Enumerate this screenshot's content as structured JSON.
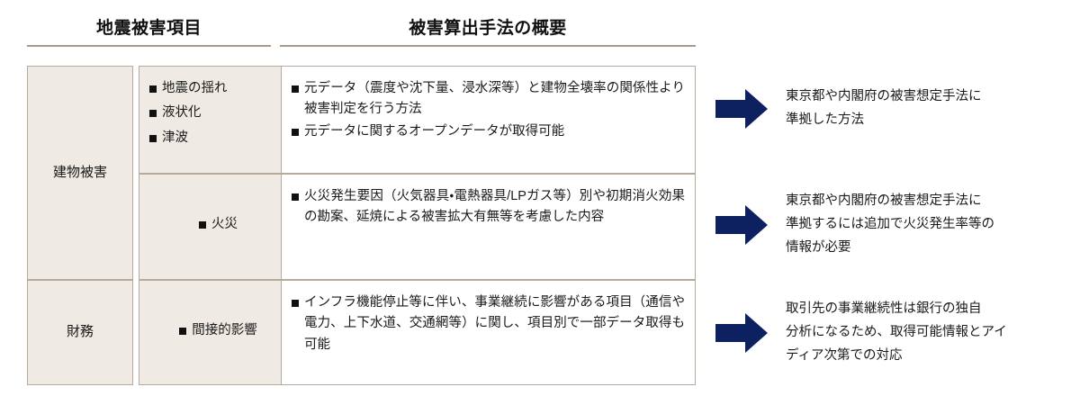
{
  "headers": {
    "left": "地震被害項目",
    "right": "被害算出手法の概要"
  },
  "colors": {
    "arrow": "#0d2060",
    "cell_fill": "#efebe4",
    "cell_border": "#b5aa9c",
    "header_rule": "#a89a8c",
    "text": "#1a1a1a"
  },
  "rows": [
    {
      "category": "建物被害",
      "items": [
        "地震の揺れ",
        "液状化",
        "津波"
      ],
      "description": [
        "元データ（震度や沈下量、浸水深等）と建物全壊率の関係性より被害判定を行う方法",
        "元データに関するオープンデータが取得可能"
      ],
      "callout": [
        "東京都や内閣府の被害想定手法に",
        "準拠した方法"
      ]
    },
    {
      "category": "",
      "items": [
        "火災"
      ],
      "description": [
        "火災発生要因（火気器具・電熱器具/LPガス等）別や初期消火効果の勘案、延焼による被害拡大有無等を考慮した内容"
      ],
      "callout": [
        "東京都や内閣府の被害想定手法に",
        "準拠するには追加で火災発生率等の",
        "情報が必要"
      ]
    },
    {
      "category": "財務",
      "items": [
        "間接的影響"
      ],
      "description": [
        "インフラ機能停止等に伴い、事業継続に影響がある項目（通信や電力、上下水道、交通網等）に関し、項目別で一部データ取得も可能"
      ],
      "callout": [
        "取引先の事業継続性は銀行の独自",
        "分析になるため、取得可能情報とアイ",
        "ディア次第での対応"
      ]
    }
  ],
  "icons": {
    "arrow": "right-arrow-icon"
  }
}
